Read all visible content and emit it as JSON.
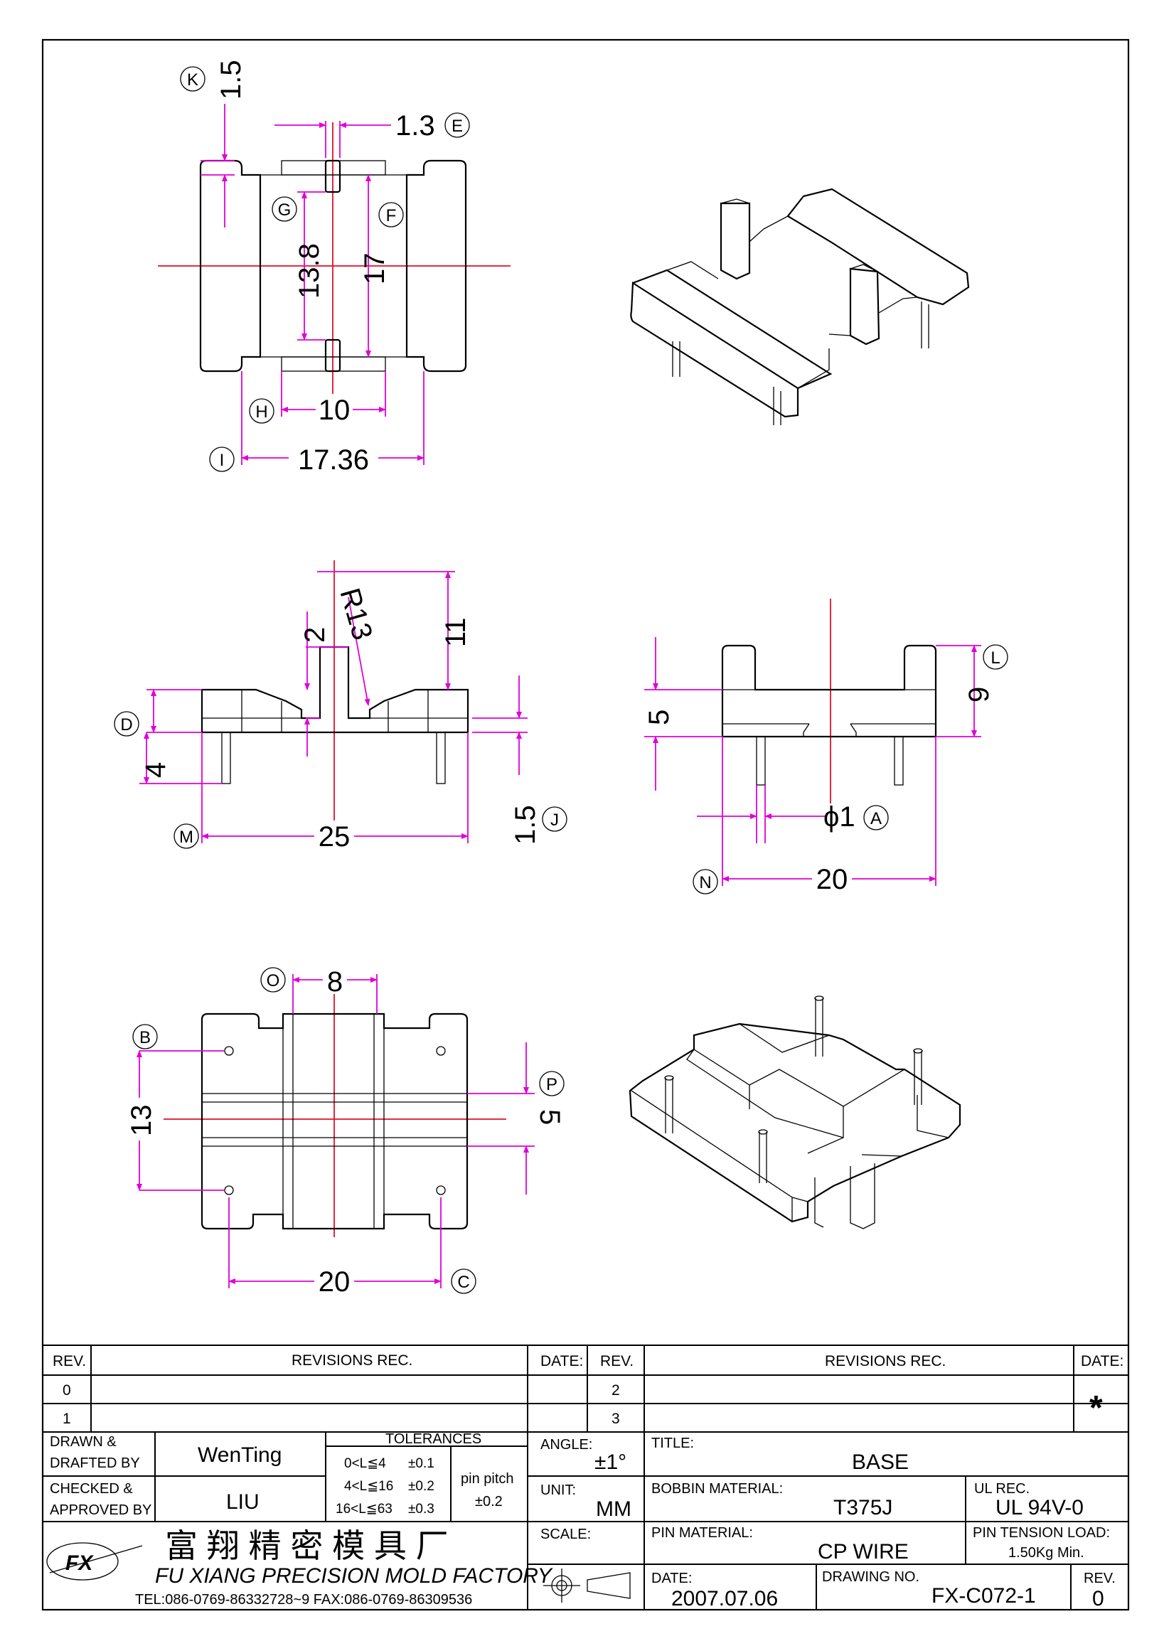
{
  "dims": {
    "top_view": {
      "K": "1.5",
      "E": "1.3",
      "G": "13.8",
      "F": "17",
      "H": "10",
      "I": "17.36",
      "letters": {
        "K": "K",
        "E": "E",
        "G": "G",
        "F": "F",
        "H": "H",
        "I": "I"
      }
    },
    "front_view": {
      "R": "R13",
      "two": "2",
      "eleven": "11",
      "D_letter": "D",
      "four": "4",
      "M_letter": "M",
      "twentyfive": "25",
      "J_val": "1.5",
      "J_letter": "J"
    },
    "side_view": {
      "five": "5",
      "nine": "9",
      "L_letter": "L",
      "dia": "ϕ1",
      "A_letter": "A",
      "N_letter": "N",
      "twenty": "20"
    },
    "bottom_view": {
      "O_letter": "O",
      "eight": "8",
      "B_letter": "B",
      "thirteen": "13",
      "P_letter": "P",
      "five": "5",
      "twenty": "20",
      "C_letter": "C"
    }
  },
  "title_block": {
    "rev_header_left": "REV.",
    "revisions_rec_left": "REVISIONS   REC.",
    "date_left": "DATE:",
    "rev_header_right": "REV.",
    "revisions_rec_right": "REVISIONS   REC.",
    "date_right": "DATE:",
    "rev0": "0",
    "rev1": "1",
    "rev2": "2",
    "rev3": "3",
    "star": "*",
    "drawn_label_1": "DRAWN  &",
    "drawn_label_2": "DRAFTED BY",
    "drawn_value": "WenTing",
    "checked_label_1": "CHECKED &",
    "checked_label_2": "APPROVED BY",
    "checked_value": "LIU",
    "tolerances_label": "TOLERANCES",
    "tol1_range": "0<L≦4",
    "tol1_value": "±0.1",
    "tol2_range": "4<L≦16",
    "tol2_value": "±0.2",
    "tol3_range": "16<L≦63",
    "tol3_value": "±0.3",
    "pin_pitch_label": "pin pitch",
    "pin_pitch_value": "±0.2",
    "angle_label": "ANGLE:",
    "angle_value": "±1°",
    "unit_label": "UNIT:",
    "unit_value": "MM",
    "scale_label": "SCALE:",
    "title_label": "TITLE:",
    "title_value": "BASE",
    "bobbin_label": "BOBBIN  MATERIAL:",
    "bobbin_value": "T375J",
    "ul_label": "UL  REC.",
    "ul_value": "UL  94V-0",
    "pin_mat_label": "PIN  MATERIAL:",
    "pin_mat_value": "CP  WIRE",
    "pin_tension_label": "PIN  TENSION  LOAD:",
    "pin_tension_value": "1.50Kg  Min.",
    "date_label": "DATE:",
    "date_value": "2007.07.06",
    "drawing_no_label": "DRAWING  NO.",
    "drawing_no_value": "FX-C072-1",
    "rev_label": "REV.",
    "rev_value": "0",
    "company_cn": "富  翔  精  密  模  具  厂",
    "company_en": "FU XIANG PRECISION MOLD FACTORY",
    "company_tel": "TEL:086-0769-86332728~9   FAX:086-0769-86309536",
    "logo_text": "FX"
  }
}
